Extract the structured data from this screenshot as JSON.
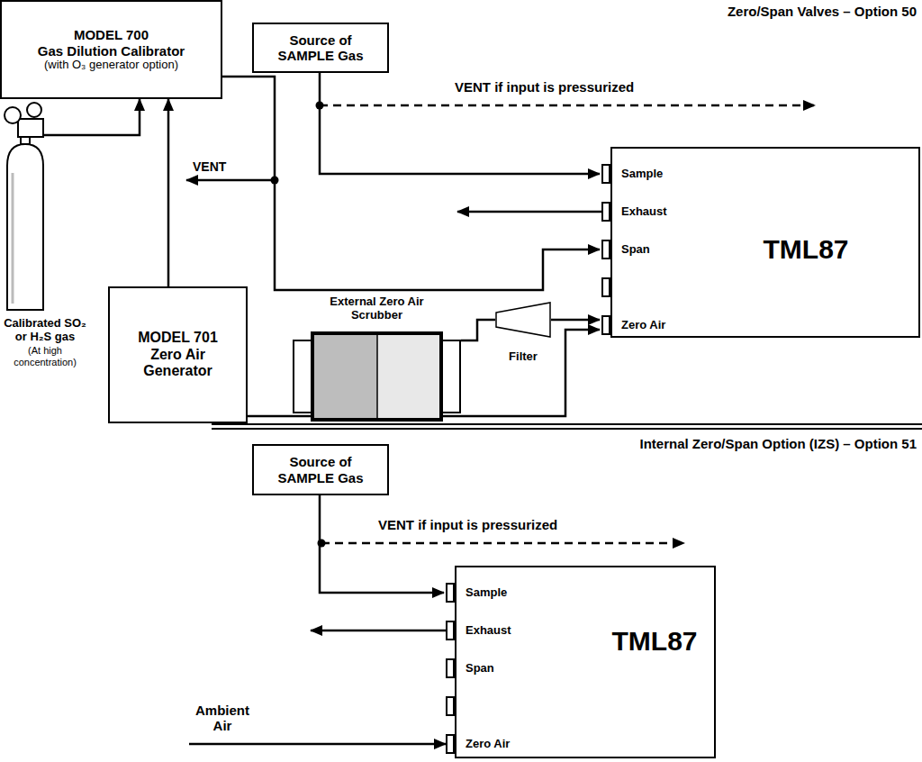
{
  "diagram": {
    "nodes": [
      {
        "text": [
          "MODEL 700",
          "Gas Dilution Calibrator",
          "(with O₃ generator option)"
        ]
      },
      {
        "text": [
          "Source of SAMPLE Gas"
        ]
      },
      {
        "text": [
          "TML87",
          "Sample",
          "Exhaust",
          "Span",
          "Zero Air"
        ]
      },
      {
        "text": [
          "Calibrated SO₂ or H₂S gas",
          "(At high concentration)"
        ]
      },
      {
        "text": [
          "MODEL 701 Zero Air Generator"
        ]
      },
      {
        "text": [
          "External Zero Air Scrubber"
        ]
      },
      {
        "text": [
          "Filter"
        ]
      },
      {
        "text": [
          "Source of SAMPLE Gas"
        ]
      },
      {
        "text": [
          "TML87",
          "Sample",
          "Exhaust",
          "Span",
          "Zero Air"
        ]
      }
    ],
    "edges": [
      {
        "from": 3,
        "to": 0,
        "arrow": "to"
      },
      {
        "from": 4,
        "to": 0,
        "arrow": "to"
      },
      {
        "from": 0,
        "to": 2,
        "arrow": "to"
      },
      {
        "from": 1,
        "to": 2,
        "arrow": "to"
      },
      {
        "from": 4,
        "to": 2,
        "arrow": "to"
      },
      {
        "from": 5,
        "to": 6,
        "arrow": "none"
      },
      {
        "from": 6,
        "to": 2,
        "arrow": "to"
      },
      {
        "from": 7,
        "to": 8,
        "arrow": "to"
      }
    ],
    "labels": [
      "Zero/Span Valves – Option 50",
      "VENT if input is pressurized",
      "VENT",
      "Internal Zero/Span Option (IZS) – Option 51",
      "VENT if input is pressurized",
      "Ambient Air"
    ]
  }
}
